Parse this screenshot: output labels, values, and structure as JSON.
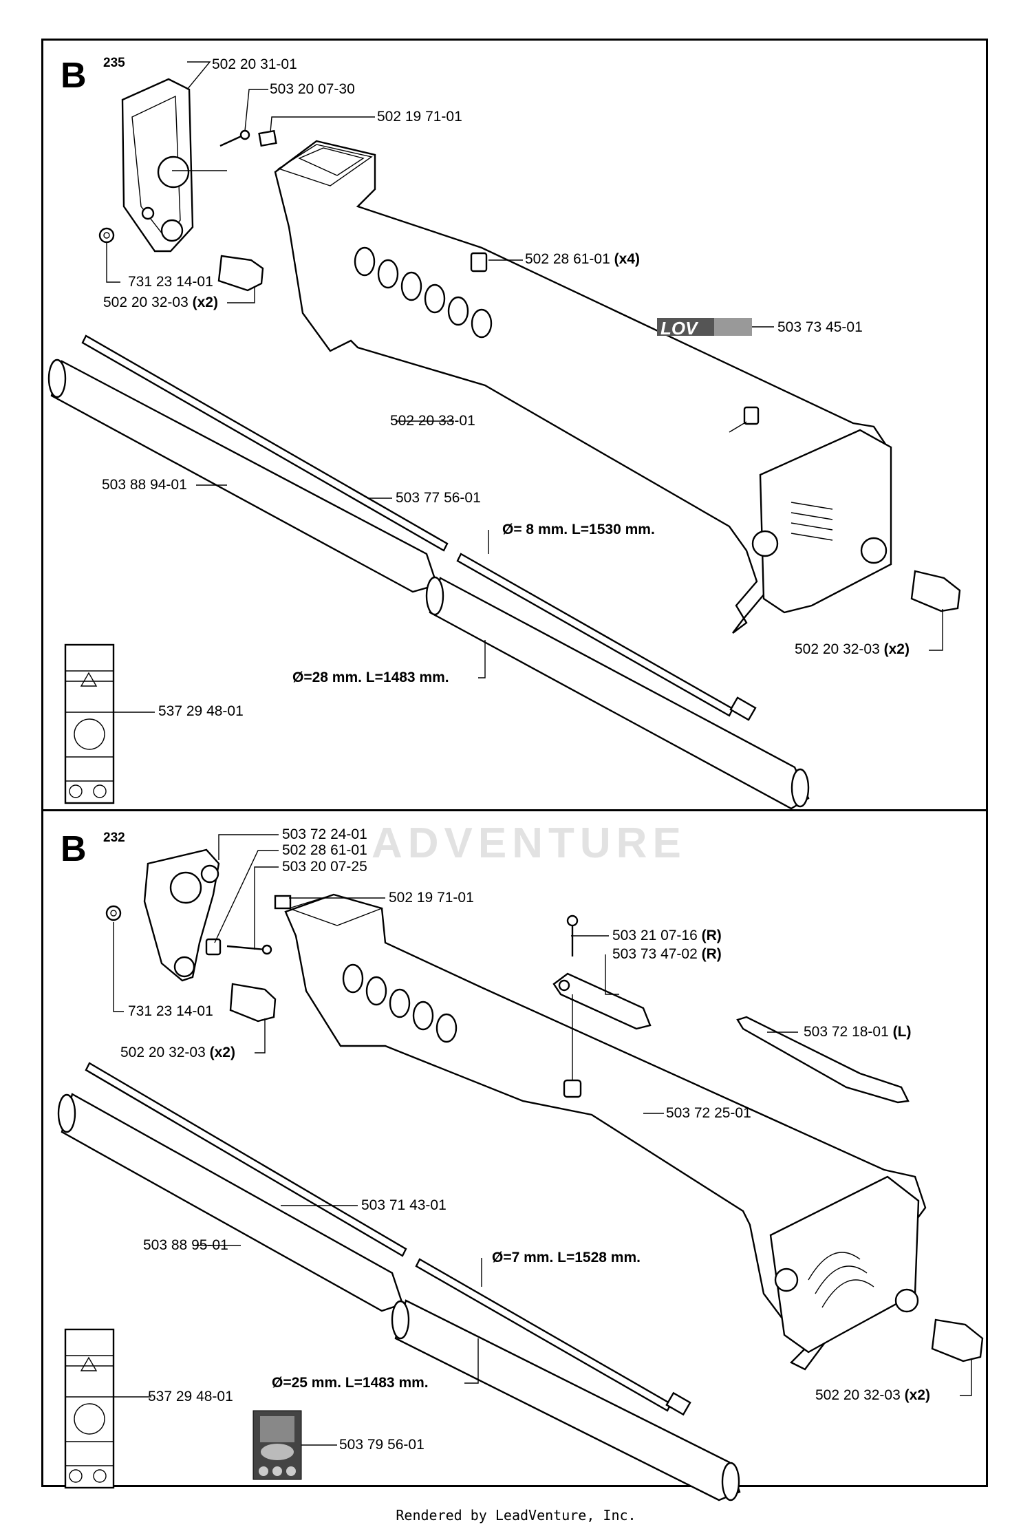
{
  "footer": "Rendered by LeadVenture, Inc.",
  "watermark": "ADVENTURE",
  "top": {
    "section": "B",
    "model": "235",
    "labels": {
      "p1": "502 20 31-01",
      "p2": "503 20 07-30",
      "p3": "502 19 71-01",
      "p4": "502 28 61-01",
      "p4q": "(x4)",
      "p5": "731 23 14-01",
      "p6": "502 20 32-03",
      "p6q": "(x2)",
      "p7": "503 73 45-01",
      "p8": "502 20 33-01",
      "p9": "503 88 94-01",
      "p10": "503 77 56-01",
      "p11": "Ø= 8 mm. L=1530 mm.",
      "p12": "502 20 32-03",
      "p12q": "(x2)",
      "p13": "Ø=28 mm. L=1483 mm.",
      "p14": "537 29 48-01"
    }
  },
  "bottom": {
    "section": "B",
    "model": "232",
    "labels": {
      "q1": "503 72 24-01",
      "q2": "502 28 61-01",
      "q3": "503 20 07-25",
      "q4": "502 19 71-01",
      "q5": "503 21 07-16",
      "q5s": "(R)",
      "q6": "503 73 47-02",
      "q6s": "(R)",
      "q7": "731 23 14-01",
      "q8": "503 72 18-01",
      "q8s": "(L)",
      "q9": "502 20 32-03",
      "q9q": "(x2)",
      "q10": "503 72 25-01",
      "q11": "503 71 43-01",
      "q12": "503 88 95-01",
      "q13": "Ø=7 mm. L=1528 mm.",
      "q14": "Ø=25 mm. L=1483 mm.",
      "q15": "537 29 48-01",
      "q16": "503 79 56-01",
      "q17": "502 20 32-03",
      "q17q": "(x2)"
    }
  },
  "icons": {
    "decal": "warning-decal-icon",
    "logo": "lov-logo-icon",
    "sticker": "spool-sticker-icon"
  }
}
